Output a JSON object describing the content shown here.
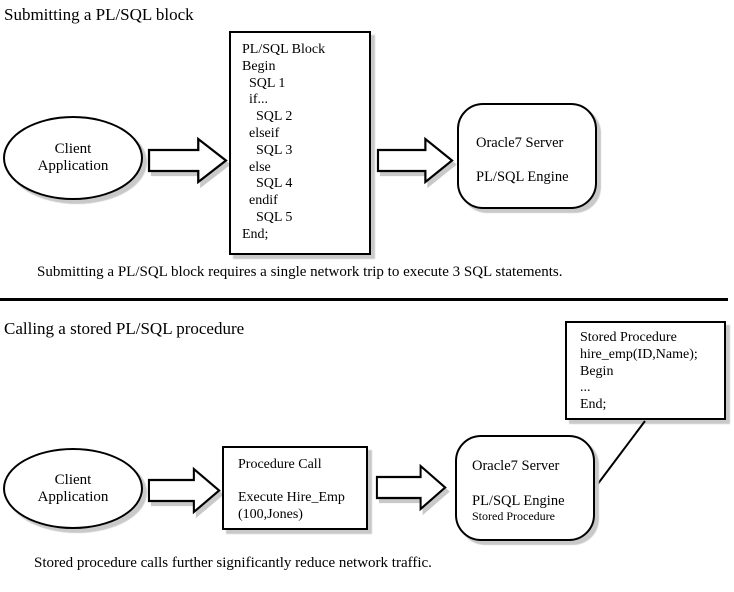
{
  "colors": {
    "stroke": "#000000",
    "shape_fill": "#ffffff",
    "shadow": "#c9c9c9"
  },
  "section1": {
    "title": "Submitting a PL/SQL block",
    "client": {
      "line1": "Client",
      "line2": "Application"
    },
    "plsql_block": {
      "lines": [
        "PL/SQL Block",
        "Begin",
        "  SQL 1",
        "  if...",
        "    SQL 2",
        "  elseif",
        "    SQL 3",
        "  else",
        "    SQL 4",
        "  endif",
        "    SQL 5",
        "End;"
      ]
    },
    "server": {
      "line1": "Oracle7 Server",
      "line2": "PL/SQL Engine"
    },
    "caption": "Submitting a PL/SQL block requires a single network trip to execute 3 SQL statements."
  },
  "section2": {
    "title": "Calling a stored PL/SQL procedure",
    "stored_procedure_box": {
      "lines": [
        "Stored Procedure",
        "hire_emp(ID,Name);",
        "Begin",
        "...",
        "End;"
      ]
    },
    "client": {
      "line1": "Client",
      "line2": "Application"
    },
    "procedure_call": {
      "title": "Procedure Call",
      "line1": "Execute Hire_Emp",
      "line2": "(100,Jones)"
    },
    "server": {
      "line1": "Oracle7 Server",
      "line2": "PL/SQL Engine",
      "line3": "Stored Procedure"
    },
    "caption": "Stored procedure calls further significantly reduce network traffic."
  }
}
